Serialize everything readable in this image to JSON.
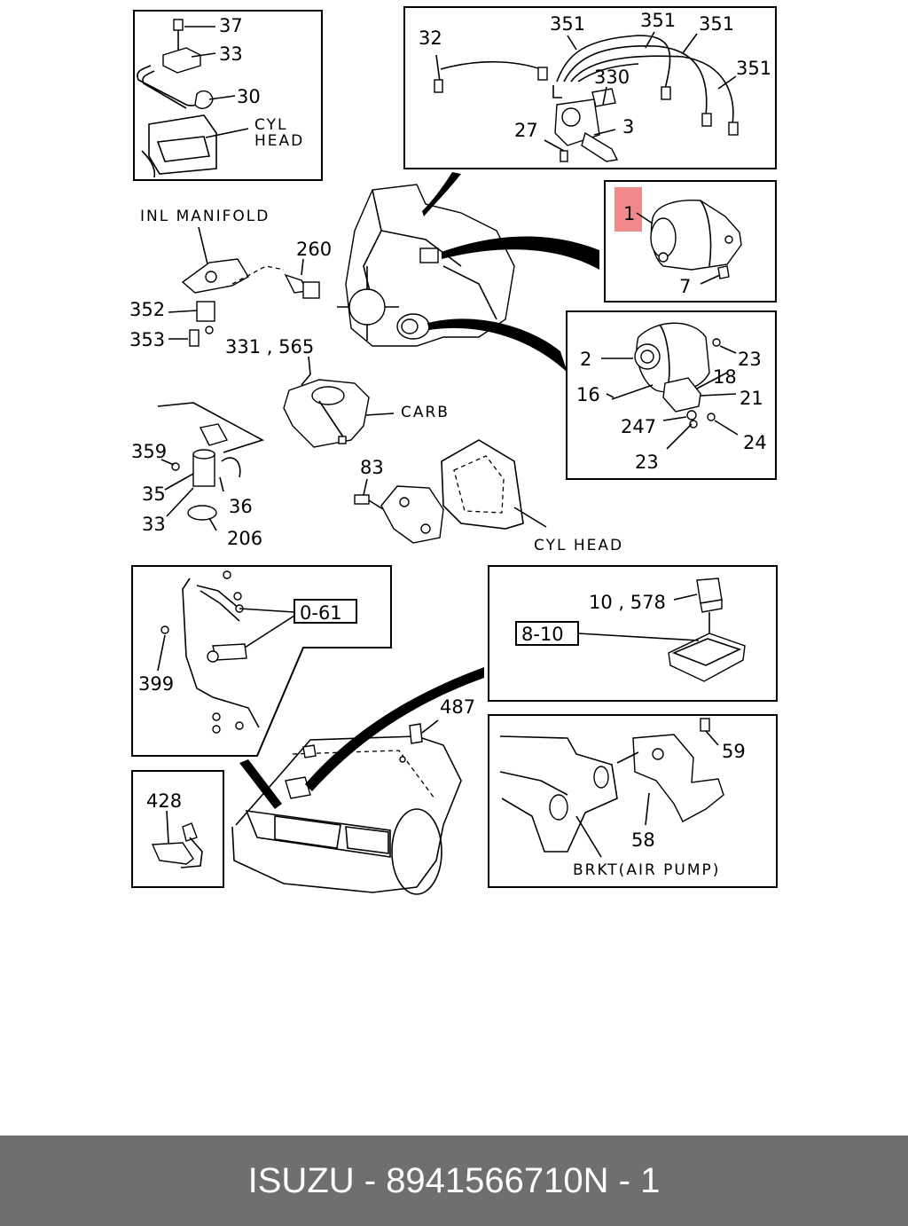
{
  "callouts": {
    "c37": "37",
    "c33a": "33",
    "c30": "30",
    "cyl_head_top": [
      "CYL",
      "HEAD"
    ],
    "c32": "32",
    "c351a": "351",
    "c351b": "351",
    "c351c": "351",
    "c351d": "351",
    "c330": "330",
    "c27": "27",
    "c3": "3",
    "c1": "1",
    "c7": "7",
    "inl_manifold": "INL MANIFOLD",
    "c260": "260",
    "c352": "352",
    "c353": "353",
    "c331_565": "331 , 565",
    "carb": "CARB",
    "c2": "2",
    "c23a": "23",
    "c18": "18",
    "c16": "16",
    "c21": "21",
    "c247": "247",
    "c24": "24",
    "c23b": "23",
    "c359": "359",
    "c35": "35",
    "c36": "36",
    "c33b": "33",
    "c206": "206",
    "c83": "83",
    "cyl_head_mid": "CYL HEAD",
    "c0_61": "0-61",
    "c399": "399",
    "c10_578": "10 , 578",
    "c8_10": "8-10",
    "c487": "487",
    "c59": "59",
    "c58": "58",
    "brkt": "BRKT(AIR PUMP)",
    "c428": "428"
  },
  "highlight_color": "#f08a8a",
  "footer": {
    "brand": "ISUZU",
    "part_number": "8941566710",
    "ref": "N - 1"
  }
}
